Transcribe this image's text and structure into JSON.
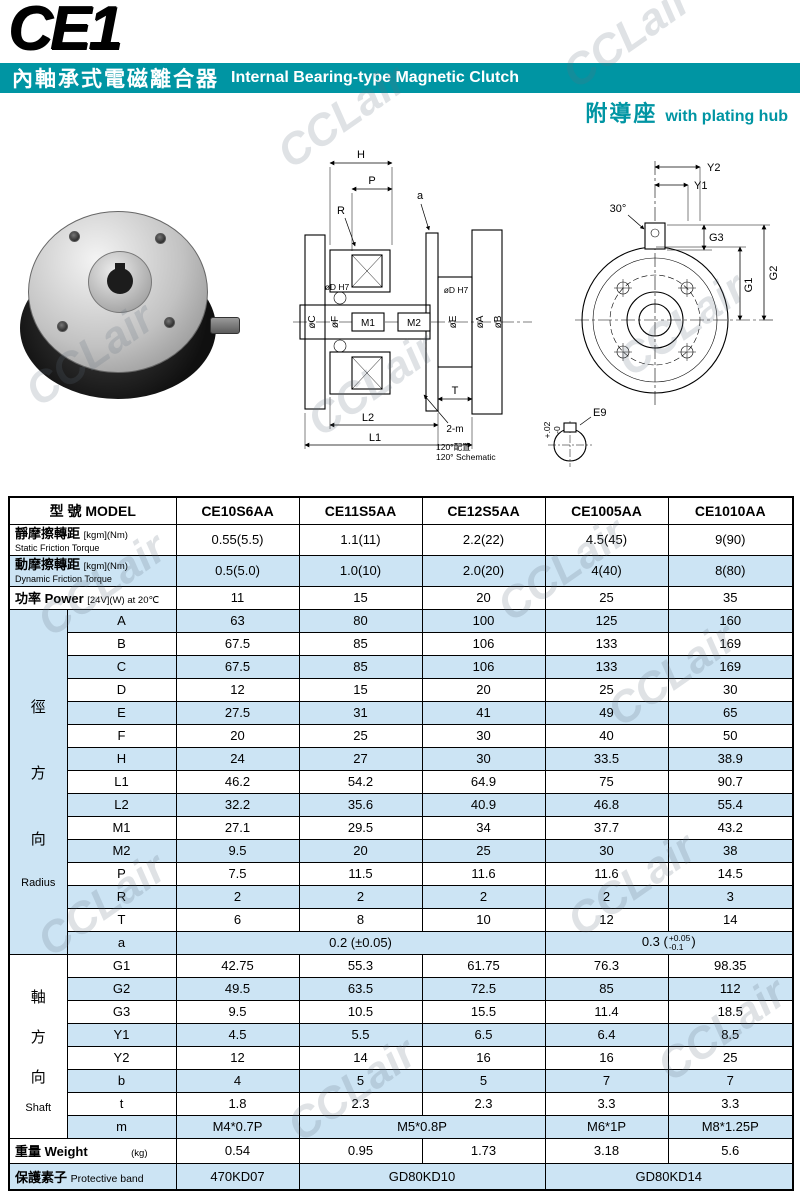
{
  "page": {
    "logo": "CE1",
    "watermark": "CCLair",
    "banner": {
      "zh": "內軸承式電磁離合器",
      "en": "Internal Bearing-type Magnetic Clutch"
    },
    "subtitle": {
      "zh": "附導座",
      "en": "with plating hub"
    }
  },
  "drawing": {
    "labels": {
      "H": "H",
      "P": "P",
      "R": "R",
      "a": "a",
      "dh7_left": "øD H7",
      "dh7_right": "øD H7",
      "m1": "M1",
      "m2": "M2",
      "phiC": "øC",
      "phiF": "øF",
      "phiE": "øE",
      "phiA": "øA",
      "phiB": "øB",
      "L2": "L2",
      "L1": "L1",
      "T": "T",
      "two_m": "2-m",
      "schematic_zh": "120°配置",
      "schematic_en": "120° Schematic",
      "Y2": "Y2",
      "Y1": "Y1",
      "deg30": "30°",
      "G3": "G3",
      "G2": "G2",
      "G1": "G1",
      "E9": "E9",
      "tol_plus": "+.02",
      "tol_minus": "-0"
    }
  },
  "table": {
    "model": {
      "label": "型 號 MODEL",
      "values": [
        "CE10S6AA",
        "CE11S5AA",
        "CE12S5AA",
        "CE1005AA",
        "CE1010AA"
      ]
    },
    "static_friction": {
      "zh": "靜摩擦轉距",
      "unit": "[kgm](Nm)",
      "en": "Static Friction Torque",
      "values": [
        "0.55(5.5)",
        "1.1(11)",
        "2.2(22)",
        "4.5(45)",
        "9(90)"
      ]
    },
    "dynamic_friction": {
      "zh": "動摩擦轉距",
      "unit": "[kgm](Nm)",
      "en": "Dynamic Friction Torque",
      "values": [
        "0.5(5.0)",
        "1.0(10)",
        "2.0(20)",
        "4(40)",
        "8(80)"
      ]
    },
    "power": {
      "zh": "功率 Power",
      "unit": "[24V](W) at 20℃",
      "values": [
        "11",
        "15",
        "20",
        "25",
        "35"
      ]
    },
    "radius_group": {
      "zh": "徑方向",
      "en": "Radius"
    },
    "radius_rows": [
      {
        "key": "A",
        "values": [
          "63",
          "80",
          "100",
          "125",
          "160"
        ]
      },
      {
        "key": "B",
        "values": [
          "67.5",
          "85",
          "106",
          "133",
          "169"
        ]
      },
      {
        "key": "C",
        "values": [
          "67.5",
          "85",
          "106",
          "133",
          "169"
        ]
      },
      {
        "key": "D",
        "values": [
          "12",
          "15",
          "20",
          "25",
          "30"
        ]
      },
      {
        "key": "E",
        "values": [
          "27.5",
          "31",
          "41",
          "49",
          "65"
        ]
      },
      {
        "key": "F",
        "values": [
          "20",
          "25",
          "30",
          "40",
          "50"
        ]
      },
      {
        "key": "H",
        "values": [
          "24",
          "27",
          "30",
          "33.5",
          "38.9"
        ]
      },
      {
        "key": "L1",
        "values": [
          "46.2",
          "54.2",
          "64.9",
          "75",
          "90.7"
        ]
      },
      {
        "key": "L2",
        "values": [
          "32.2",
          "35.6",
          "40.9",
          "46.8",
          "55.4"
        ]
      },
      {
        "key": "M1",
        "values": [
          "27.1",
          "29.5",
          "34",
          "37.7",
          "43.2"
        ]
      },
      {
        "key": "M2",
        "values": [
          "9.5",
          "20",
          "25",
          "30",
          "38"
        ]
      },
      {
        "key": "P",
        "values": [
          "7.5",
          "11.5",
          "11.6",
          "11.6",
          "14.5"
        ]
      },
      {
        "key": "R",
        "values": [
          "2",
          "2",
          "2",
          "2",
          "3"
        ]
      },
      {
        "key": "T",
        "values": [
          "6",
          "8",
          "10",
          "12",
          "14"
        ]
      }
    ],
    "a_row": {
      "key": "a",
      "left": "0.2 (±0.05)",
      "right_main": "0.3 (",
      "right_sup": "+0.05",
      "right_sub": "-0.1",
      "right_close": ")"
    },
    "shaft_group": {
      "zh": "軸方向",
      "en": "Shaft"
    },
    "shaft_rows": [
      {
        "key": "G1",
        "values": [
          "42.75",
          "55.3",
          "61.75",
          "76.3",
          "98.35"
        ]
      },
      {
        "key": "G2",
        "values": [
          "49.5",
          "63.5",
          "72.5",
          "85",
          "112"
        ]
      },
      {
        "key": "G3",
        "values": [
          "9.5",
          "10.5",
          "15.5",
          "11.4",
          "18.5"
        ]
      },
      {
        "key": "Y1",
        "values": [
          "4.5",
          "5.5",
          "6.5",
          "6.4",
          "8.5"
        ]
      },
      {
        "key": "Y2",
        "values": [
          "12",
          "14",
          "16",
          "16",
          "25"
        ]
      },
      {
        "key": "b",
        "values": [
          "4",
          "5",
          "5",
          "7",
          "7"
        ]
      },
      {
        "key": "t",
        "values": [
          "1.8",
          "2.3",
          "2.3",
          "3.3",
          "3.3"
        ]
      }
    ],
    "m_row": {
      "key": "m",
      "v1": "M4*0.7P",
      "v2": "M5*0.8P",
      "v3": "M6*1P",
      "v4": "M8*1.25P"
    },
    "weight": {
      "zh": "重量 Weight",
      "unit": "(kg)",
      "values": [
        "0.54",
        "0.95",
        "1.73",
        "3.18",
        "5.6"
      ]
    },
    "protective": {
      "zh": "保護素子",
      "en": "Protective band",
      "v1": "470KD07",
      "v2": "GD80KD10",
      "v3": "GD80KD14"
    }
  }
}
